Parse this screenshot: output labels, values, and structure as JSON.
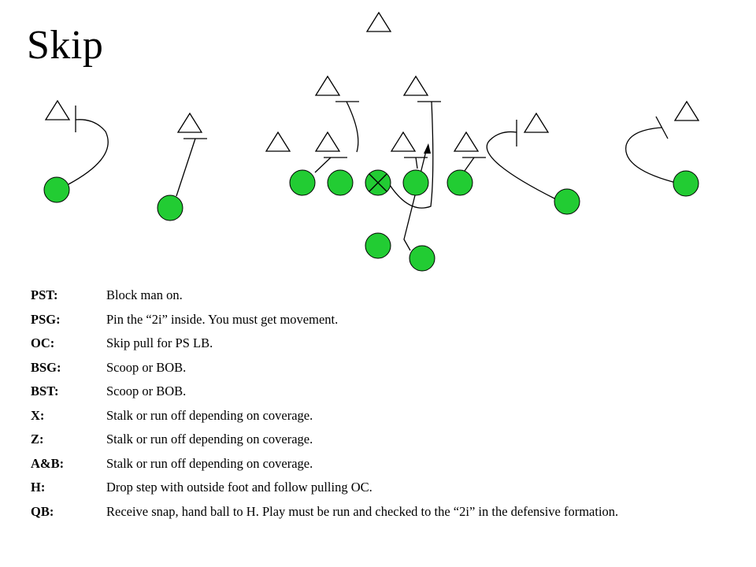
{
  "title": "Skip",
  "colors": {
    "player_fill": "#22cc33",
    "line": "#000000",
    "background": "#ffffff"
  },
  "diagram": {
    "offense_symbol": "green-circle",
    "center_symbol": "circle-with-x",
    "defense_symbol": "triangle"
  },
  "assignments": [
    {
      "pos": "PST:",
      "text": "Block man on."
    },
    {
      "pos": "PSG:",
      "text": "Pin the “2i” inside.  You must get movement."
    },
    {
      "pos": "OC:",
      "text": "Skip pull for PS LB."
    },
    {
      "pos": "BSG:",
      "text": "Scoop or BOB."
    },
    {
      "pos": "BST:",
      "text": "Scoop or BOB."
    },
    {
      "pos": "X:",
      "text": "Stalk or run off depending on coverage."
    },
    {
      "pos": "Z:",
      "text": "Stalk or run off depending on coverage."
    },
    {
      "pos": "A&B:",
      "text": "Stalk or run off depending on coverage."
    },
    {
      "pos": "H:",
      "text": "Drop step with outside foot and follow pulling OC."
    },
    {
      "pos": "QB:",
      "text": "Receive snap, hand ball to H.  Play must be run and checked to the “2i” in the defensive formation."
    }
  ]
}
